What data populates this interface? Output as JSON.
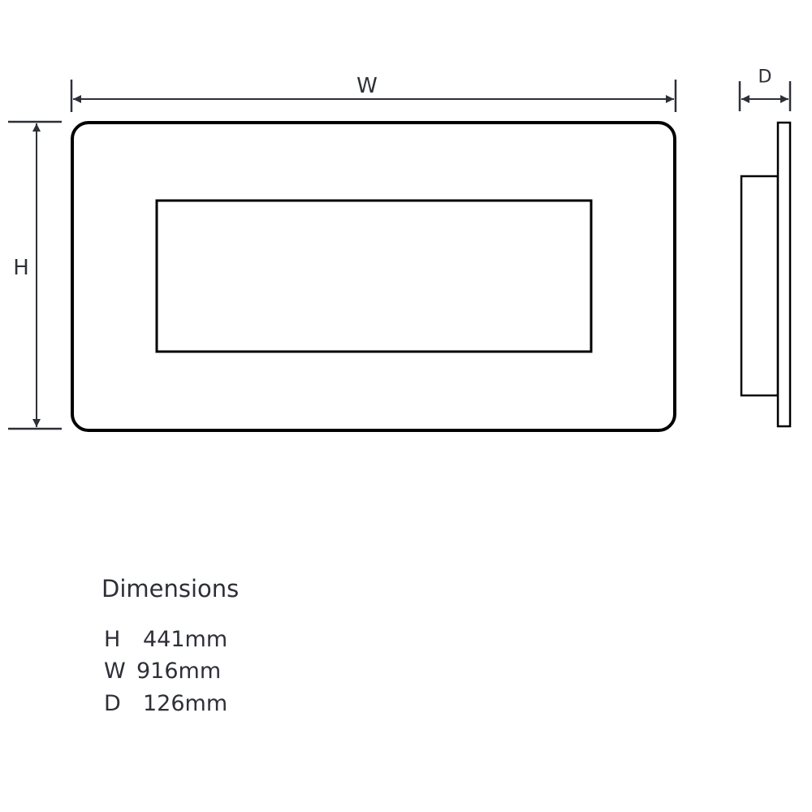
{
  "labels": {
    "width": "W",
    "height": "H",
    "depth": "D"
  },
  "dimensions": {
    "title": "Dimensions",
    "rows": [
      {
        "key": "H",
        "value": "441mm"
      },
      {
        "key": "W",
        "value": "916mm"
      },
      {
        "key": "D",
        "value": "126mm"
      }
    ]
  },
  "colors": {
    "line": "#000000",
    "arrow": "#2e3038"
  }
}
